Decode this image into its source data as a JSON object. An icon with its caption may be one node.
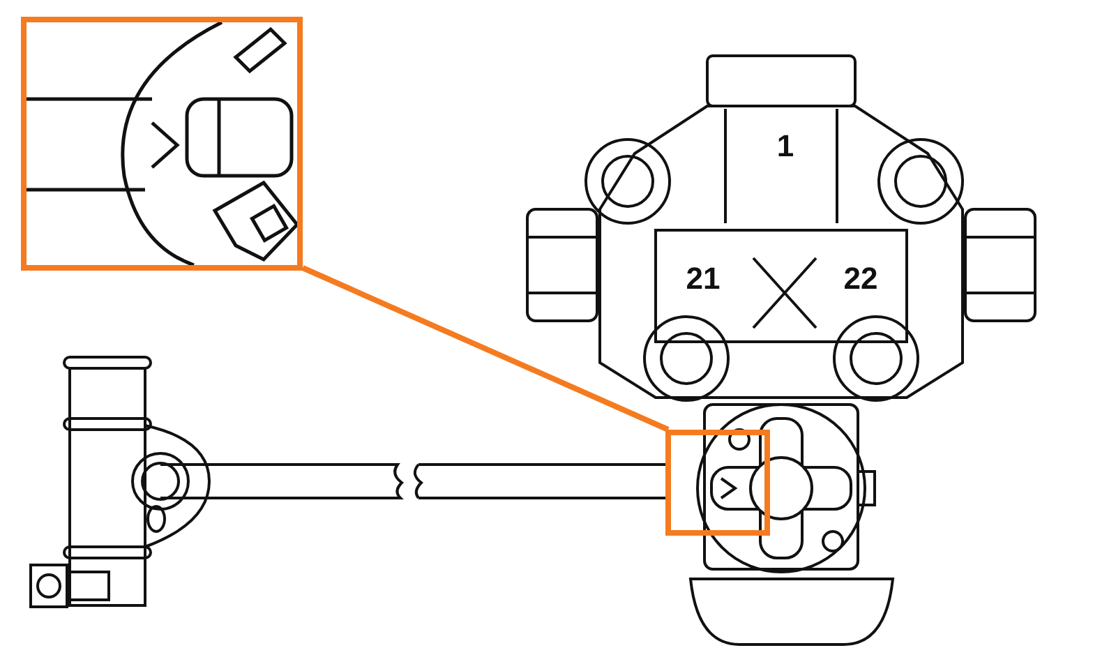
{
  "diagram": {
    "nodes": [
      {
        "text": [],
        "shape": "box"
      },
      {
        "text": [],
        "shape": "box"
      }
    ],
    "edges": [
      {
        "from": 0,
        "to": 1,
        "arrow": "none"
      }
    ],
    "labels": [
      "1",
      "21",
      "22"
    ]
  }
}
